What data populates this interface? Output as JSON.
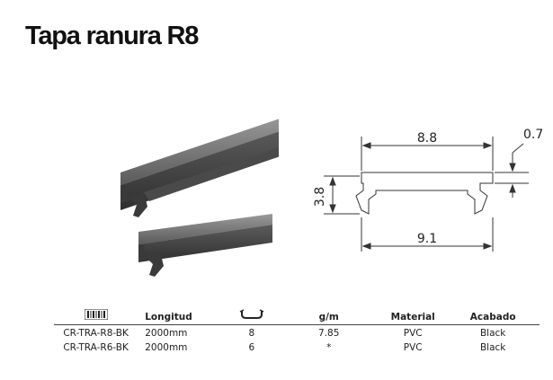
{
  "page": {
    "title": "Tapa ranura R8"
  },
  "drawing": {
    "dim_width_top": "8.8",
    "dim_thickness": "0.7",
    "dim_height": "3.8",
    "dim_width_bottom": "9.1"
  },
  "table": {
    "header": {
      "code_icon": "barcode-icon",
      "length": "Longitud",
      "profile_icon": "profile-clip-icon",
      "weight": "g/m",
      "material": "Material",
      "finish": "Acabado"
    },
    "rows": [
      {
        "code": "CR-TRA-R8-BK",
        "length": "2000mm",
        "size": "8",
        "weight": "7.85",
        "material": "PVC",
        "finish": "Black"
      },
      {
        "code": "CR-TRA-R6-BK",
        "length": "2000mm",
        "size": "6",
        "weight": "*",
        "material": "PVC",
        "finish": "Black"
      }
    ]
  },
  "colors": {
    "profile_dark": "#3d3d3d",
    "profile_light": "#8a8a8a",
    "line": "#333333"
  }
}
